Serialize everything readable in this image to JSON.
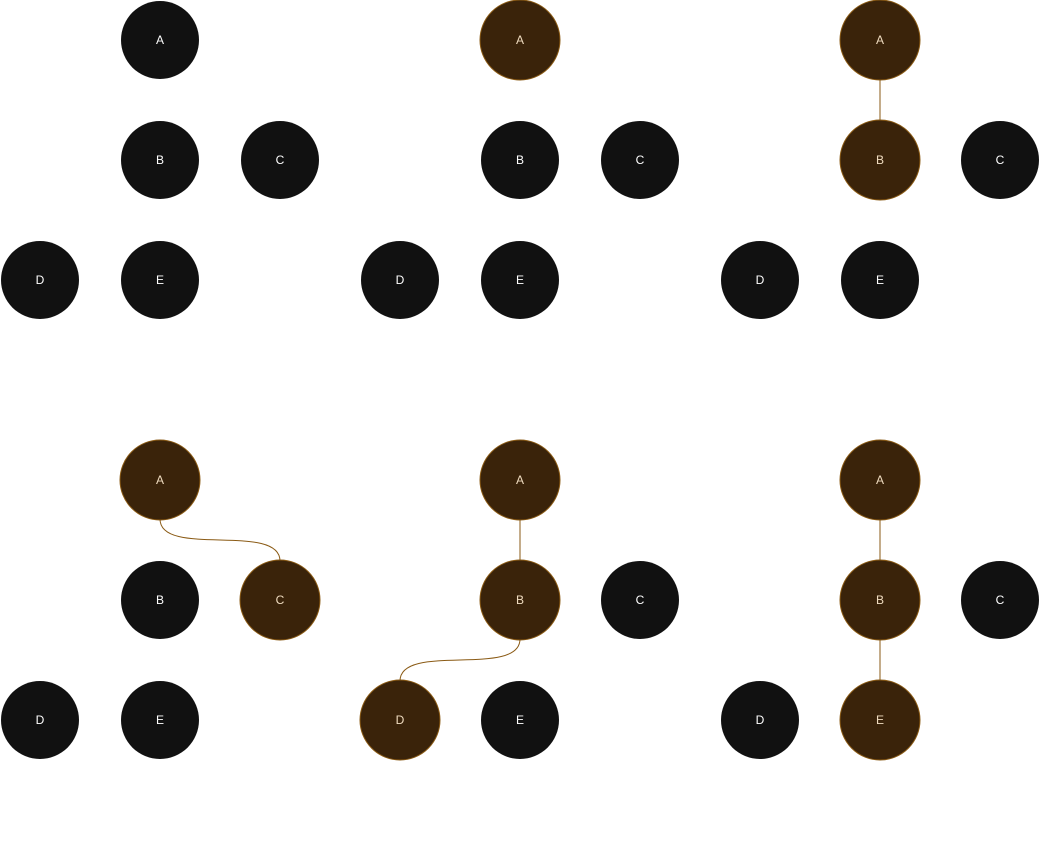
{
  "colors": {
    "node_fill": "#111111",
    "active_fill": "#3a230a",
    "active_stroke": "#8a5a14",
    "edge": "#8a5a14",
    "background": "#ffffff"
  },
  "panels": [
    {
      "nodes": [
        {
          "id": "A",
          "label": "A",
          "active": false
        },
        {
          "id": "B",
          "label": "B",
          "active": false
        },
        {
          "id": "C",
          "label": "C",
          "active": false
        },
        {
          "id": "D",
          "label": "D",
          "active": false
        },
        {
          "id": "E",
          "label": "E",
          "active": false
        }
      ],
      "edges": []
    },
    {
      "nodes": [
        {
          "id": "A",
          "label": "A",
          "active": true
        },
        {
          "id": "B",
          "label": "B",
          "active": false
        },
        {
          "id": "C",
          "label": "C",
          "active": false
        },
        {
          "id": "D",
          "label": "D",
          "active": false
        },
        {
          "id": "E",
          "label": "E",
          "active": false
        }
      ],
      "edges": []
    },
    {
      "nodes": [
        {
          "id": "A",
          "label": "A",
          "active": true
        },
        {
          "id": "B",
          "label": "B",
          "active": true
        },
        {
          "id": "C",
          "label": "C",
          "active": false
        },
        {
          "id": "D",
          "label": "D",
          "active": false
        },
        {
          "id": "E",
          "label": "E",
          "active": false
        }
      ],
      "edges": [
        {
          "from": "A",
          "to": "B"
        }
      ]
    },
    {
      "nodes": [
        {
          "id": "A",
          "label": "A",
          "active": true
        },
        {
          "id": "B",
          "label": "B",
          "active": false
        },
        {
          "id": "C",
          "label": "C",
          "active": true
        },
        {
          "id": "D",
          "label": "D",
          "active": false
        },
        {
          "id": "E",
          "label": "E",
          "active": false
        }
      ],
      "edges": [
        {
          "from": "A",
          "to": "C"
        }
      ]
    },
    {
      "nodes": [
        {
          "id": "A",
          "label": "A",
          "active": true
        },
        {
          "id": "B",
          "label": "B",
          "active": true
        },
        {
          "id": "C",
          "label": "C",
          "active": false
        },
        {
          "id": "D",
          "label": "D",
          "active": true
        },
        {
          "id": "E",
          "label": "E",
          "active": false
        }
      ],
      "edges": [
        {
          "from": "A",
          "to": "B"
        },
        {
          "from": "B",
          "to": "D"
        }
      ]
    },
    {
      "nodes": [
        {
          "id": "A",
          "label": "A",
          "active": true
        },
        {
          "id": "B",
          "label": "B",
          "active": true
        },
        {
          "id": "C",
          "label": "C",
          "active": false
        },
        {
          "id": "D",
          "label": "D",
          "active": false
        },
        {
          "id": "E",
          "label": "E",
          "active": true
        }
      ],
      "edges": [
        {
          "from": "A",
          "to": "B"
        },
        {
          "from": "B",
          "to": "E"
        }
      ]
    }
  ]
}
